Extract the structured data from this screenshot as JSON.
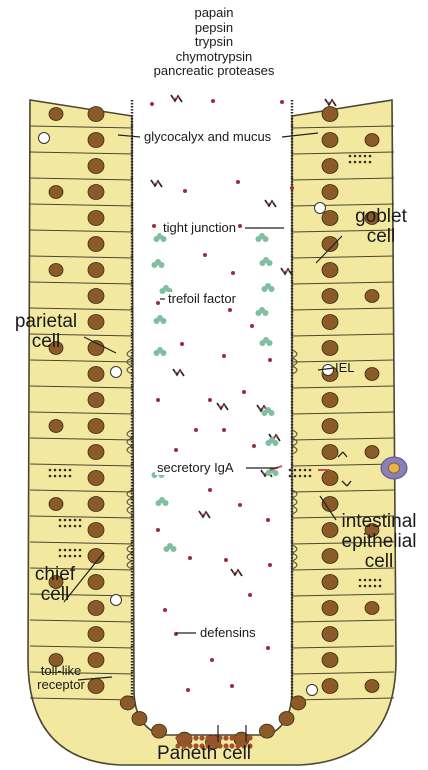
{
  "enzymes": [
    "papain",
    "pepsin",
    "trypsin",
    "chymotrypsin",
    "pancreatic proteases"
  ],
  "labels": {
    "glycocalyx": "glycocalyx and mucus",
    "tight_junction": "tight junction",
    "goblet_1": "goblet",
    "goblet_2": "cell",
    "parietal_1": "parietal",
    "parietal_2": "cell",
    "trefoil": "trefoil factor",
    "iel": "IEL",
    "secretory_iga": "secretory IgA",
    "intestinal_1": "intestinal",
    "intestinal_2": "epithelial",
    "intestinal_3": "cell",
    "chief_1": "chief",
    "chief_2": "cell",
    "defensins": "defensins",
    "tlr_1": "toll-like",
    "tlr_2": "receptor",
    "paneth": "Paneth cell"
  },
  "colors": {
    "cell_fill": "#f2e8a0",
    "cell_edge": "#4a4632",
    "nucleus": "#8a5a28",
    "microvilli": "#2a2a2a",
    "trefoil": "#7fbfa0",
    "particle": "#9a2f3a",
    "iga": "#c04a55",
    "immune_cell": "#8a7fb8"
  }
}
